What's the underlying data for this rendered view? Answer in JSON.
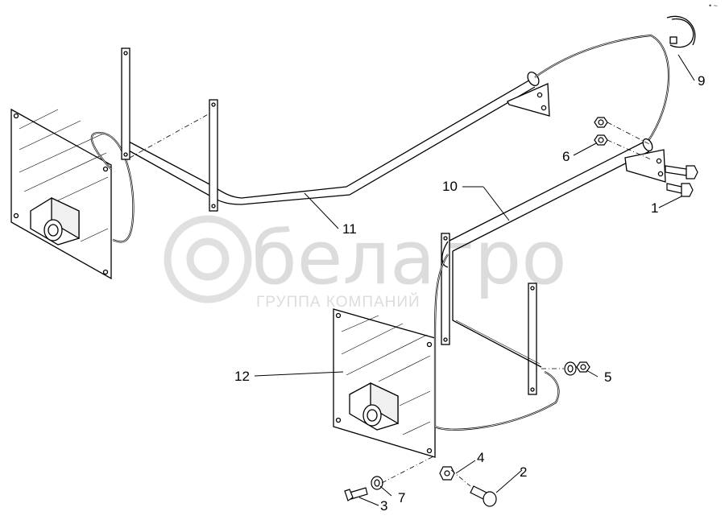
{
  "callouts": {
    "c1": "1",
    "c2": "2",
    "c3": "3",
    "c4": "4",
    "c5": "5",
    "c6": "6",
    "c7": "7",
    "c9": "9",
    "c10": "10",
    "c11": "11",
    "c12": "12"
  },
  "watermark": {
    "logo_text": "белагро",
    "subtitle": "ГРУППА КОМПАНИЙ"
  },
  "corner_mark": "• ~"
}
